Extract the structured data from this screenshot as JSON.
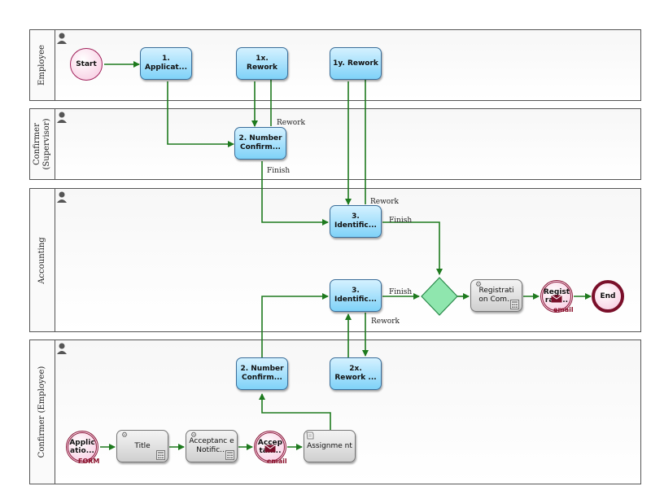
{
  "lanes": [
    {
      "id": "employee",
      "label": "Employee"
    },
    {
      "id": "supervisor",
      "label_line1": "Confirmer",
      "label_line2": "(Supervisor)"
    },
    {
      "id": "accounting",
      "label": "Accounting"
    },
    {
      "id": "confirmer_employee",
      "label": "Confirmer (Employee)"
    }
  ],
  "events": {
    "start": "Start",
    "end": "End",
    "reg_email": {
      "text": "Regist rati...",
      "sub": "email"
    },
    "app_form": {
      "text": "Applic atio...",
      "sub": "FORM"
    },
    "accept_email": {
      "text": "Accep tan...",
      "sub": "email"
    }
  },
  "tasks": {
    "t1": "1. Applicat...",
    "t1x": "1x. Rework",
    "t1y": "1y. Rework",
    "t2_sup": "2. Number Confirm...",
    "t3_a": "3. Identific...",
    "t3_b": "3. Identific...",
    "t2_emp": "2. Number Confirm...",
    "t2x": "2x. Rework ...",
    "reg": "Registrati on Com...",
    "title": "Title",
    "accept": "Acceptanc e Notific...",
    "assign": "Assignme nt"
  },
  "flow_labels": {
    "rework1": "Rework",
    "finish1": "Finish",
    "rework2": "Rework",
    "finish2": "Finish",
    "finish3": "Finish",
    "rework3": "Rework"
  },
  "colors": {
    "task_blue": "#7fd2f8",
    "flow_green": "#1e7a1e",
    "event_pink": "#f7c6de",
    "gateway_green": "#7fe0a0"
  }
}
